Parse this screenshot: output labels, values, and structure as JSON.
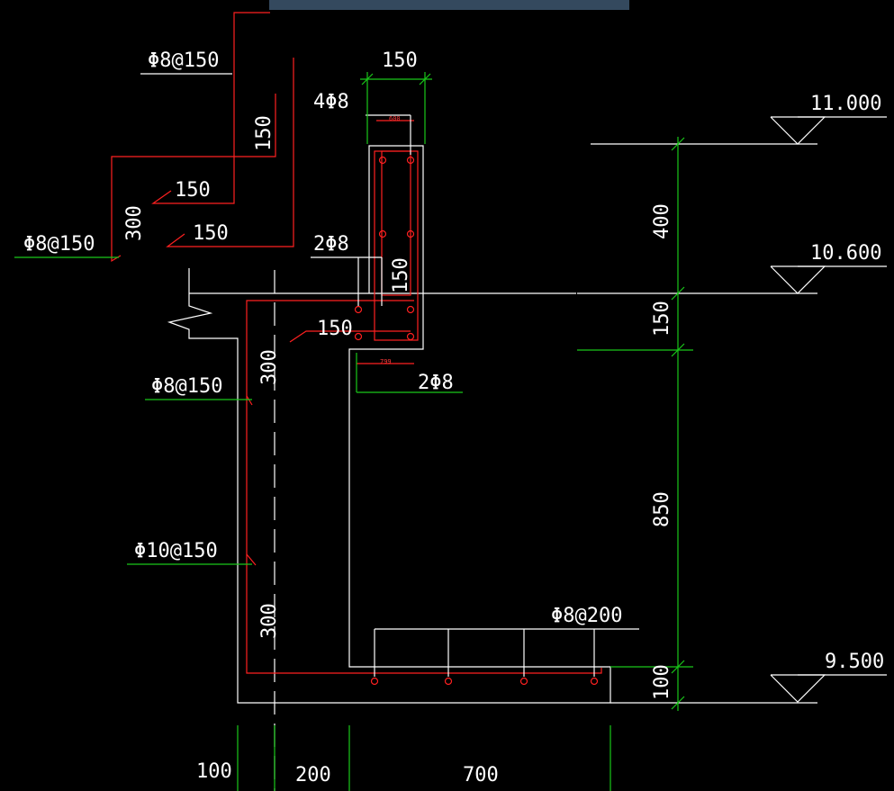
{
  "window": {
    "titlebar_color": "#34495e"
  },
  "colors": {
    "background": "#000000",
    "outline": "#ffffff",
    "dimension": "#19c819",
    "rebar": "#ff2020"
  },
  "labels": {
    "rebar_top_dist": "Φ8@150",
    "rebar_left_dist": "Φ8@150",
    "rebar_wall_mid": "Φ8@150",
    "rebar_wall_main": "Φ10@150",
    "rebar_slab": "Φ8@200",
    "beam_top": "4Φ8",
    "beam_mid": "2Φ8",
    "beam_bot": "2Φ8",
    "hook_150_vert": "150",
    "hook_150_a": "150",
    "hook_150_b": "150",
    "hook_300_left": "300",
    "beam_width": "150",
    "beam_inner_150": "150",
    "beam_lap_150": "150",
    "wall_300_upper": "300",
    "wall_300_lower": "300",
    "beam_small_top": "600",
    "beam_small_bot": "799"
  },
  "elevations": [
    "11.000",
    "10.600",
    "9.500"
  ],
  "vertical_dims": [
    "400",
    "150",
    "850",
    "100"
  ],
  "bottom_dims": [
    "100",
    "200",
    "700"
  ]
}
